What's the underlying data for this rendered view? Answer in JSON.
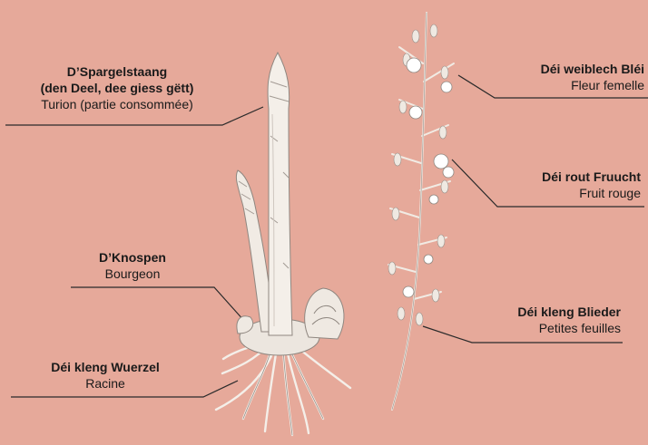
{
  "diagram": {
    "labels": {
      "turion": {
        "luxembourgish": [
          "D’Spargelstaang",
          "(den Deel, dee giess gëtt)"
        ],
        "french": "Turion (partie consommée)"
      },
      "bud": {
        "luxembourgish": "D’Knospen",
        "french": "Bourgeon"
      },
      "root": {
        "luxembourgish": "Déi kleng Wuerzel",
        "french": "Racine"
      },
      "flower": {
        "luxembourgish": "Déi weiblech Bléi",
        "french": "Fleur femelle"
      },
      "fruit": {
        "luxembourgish": "Déi rout Fruucht",
        "french": "Fruit rouge"
      },
      "leaves": {
        "luxembourgish": "Déi kleng Blieder",
        "french": "Petites feuilles"
      }
    }
  },
  "colors": {
    "background": "#E6A99A",
    "text": "#1a1a1a",
    "line": "#2a2a2a",
    "plant_fill": "#f4efe9",
    "plant_shade": "#b9b1aa"
  }
}
